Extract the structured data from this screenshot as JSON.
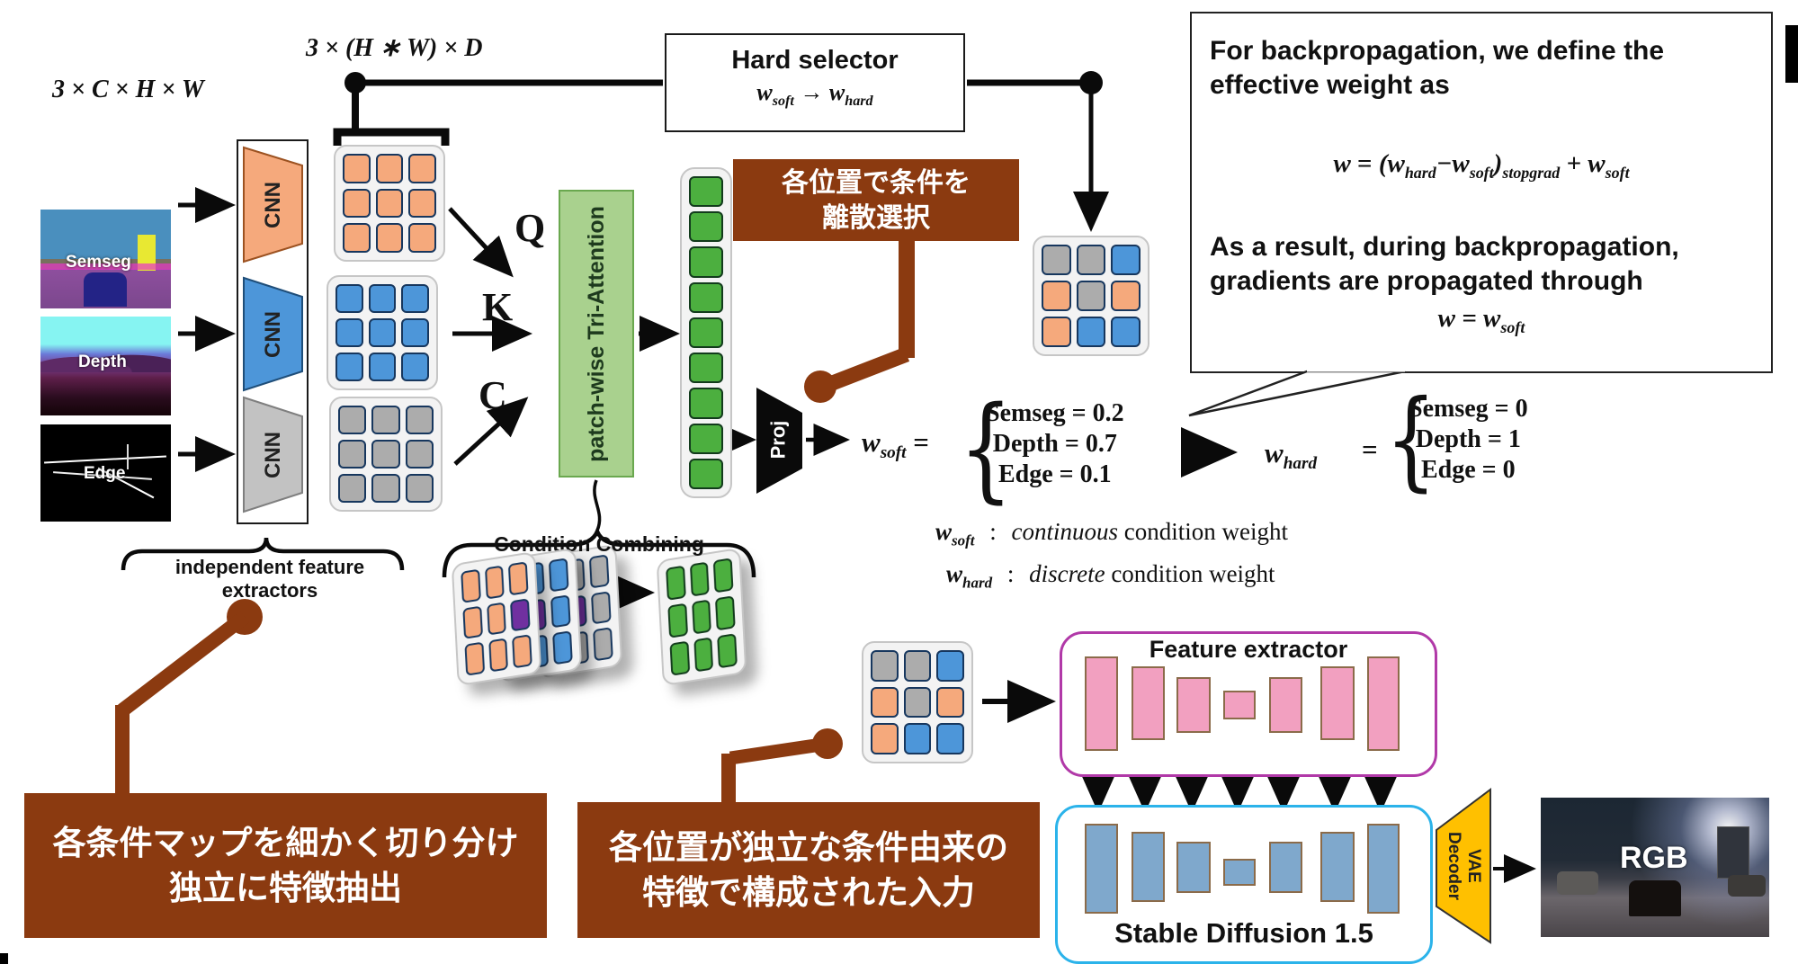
{
  "palette": {
    "orange_cell": "#F5A97C",
    "blue_cell": "#4D96D9",
    "gray_cell": "#ACACAC",
    "green_cell": "#4CAF3F",
    "purple_cell": "#7030A0",
    "brown": "#8B3A10",
    "attention_green": "#A9D18E",
    "pink_bar": "#F2A0C0",
    "sd_bar": "#7FA8CC",
    "feature_extractor_border": "#B139A8",
    "stable_diffusion_border": "#2BB3EA",
    "vae_yellow": "#FFC000"
  },
  "labels": {
    "input_dim": "3 × C × H × W",
    "token_dim": "3 × (H ∗ W) × D",
    "q": "Q",
    "k": "K",
    "c": "C",
    "cnn": "CNN",
    "attention": "patch-wise Tri-Attention",
    "proj": "Proj",
    "independent": "independent  feature extractors",
    "condition_combining": "Condition Combining"
  },
  "inputs": {
    "semseg": "Semseg",
    "depth": "Depth",
    "edge": "Edge"
  },
  "hard_selector": {
    "title": "Hard selector",
    "formula": {
      "p1": "w",
      "s1": "soft",
      "arr": " → ",
      "p2": "w",
      "s2": "hard"
    }
  },
  "callouts": {
    "discrete_l1": "各位置で条件を",
    "discrete_l2": "離散選択",
    "split_l1": "各条件マップを細かく切り分け",
    "split_l2": "独立に特徴抽出",
    "input_l1": "各位置が独立な条件由来の",
    "input_l2": "特徴で構成された入力"
  },
  "weights": {
    "lbrace": "{",
    "soft": {
      "sym": "w",
      "sub": "soft",
      "eq": "="
    },
    "soft_vals": [
      "Semseg = 0.2",
      "Depth = 0.7",
      "Edge  =  0.1"
    ],
    "hard": {
      "sym": "w",
      "sub": "hard",
      "eq": "="
    },
    "hard_vals": [
      "Semseg = 0",
      "Depth = 1",
      "Edge  =  0"
    ]
  },
  "legend": {
    "soft_sym": "w",
    "soft_sub": "soft",
    "colon": ":",
    "soft_em": "continuous",
    "soft_rest": " condition weight",
    "hard_sym": "w",
    "hard_sub": "hard",
    "hard_em": "discrete",
    "hard_rest": " condition weight"
  },
  "note": {
    "l1": "For backpropagation, we define the",
    "l2": "effective weight as",
    "formula": {
      "lhs": "w",
      "eq": "=",
      "p1": "(w",
      "sub1": "hard",
      "p2": "−w",
      "sub2": "soft",
      "p3": ")",
      "sub3": "stopgrad",
      "p4": " + w",
      "sub4": "soft"
    },
    "l3": "As a result, during backpropagation,",
    "l4": "gradients are propagated through",
    "result": {
      "p1": "w = w",
      "sub1": "soft"
    }
  },
  "pipeline": {
    "feature_extractor": "Feature extractor",
    "stable_diffusion": "Stable Diffusion 1.5",
    "vae_l1": "VAE",
    "vae_l2": "Decoder",
    "rgb": "RGB"
  },
  "grids": {
    "orange": [
      "o",
      "o",
      "o",
      "o",
      "o",
      "o",
      "o",
      "o",
      "o"
    ],
    "blue": [
      "b",
      "b",
      "b",
      "b",
      "b",
      "b",
      "b",
      "b",
      "b"
    ],
    "gray": [
      "g",
      "g",
      "g",
      "g",
      "g",
      "g",
      "g",
      "g",
      "g"
    ],
    "mixed": [
      "g",
      "g",
      "b",
      "o",
      "g",
      "o",
      "o",
      "b",
      "b"
    ],
    "column": [
      "n",
      "n",
      "n",
      "n",
      "n",
      "n",
      "n",
      "n",
      "n"
    ],
    "tilt_orange": [
      "o",
      "o",
      "o",
      "o",
      "o",
      "p",
      "o",
      "o",
      "o"
    ],
    "tilt_blue": [
      "b",
      "b",
      "b",
      "b",
      "p",
      "b",
      "b",
      "b",
      "b"
    ],
    "tilt_gray": [
      "g",
      "g",
      "g",
      "g",
      "p",
      "g",
      "g",
      "g",
      "g"
    ],
    "tilt_green": [
      "n",
      "n",
      "n",
      "n",
      "n",
      "n",
      "n",
      "n",
      "n"
    ]
  }
}
